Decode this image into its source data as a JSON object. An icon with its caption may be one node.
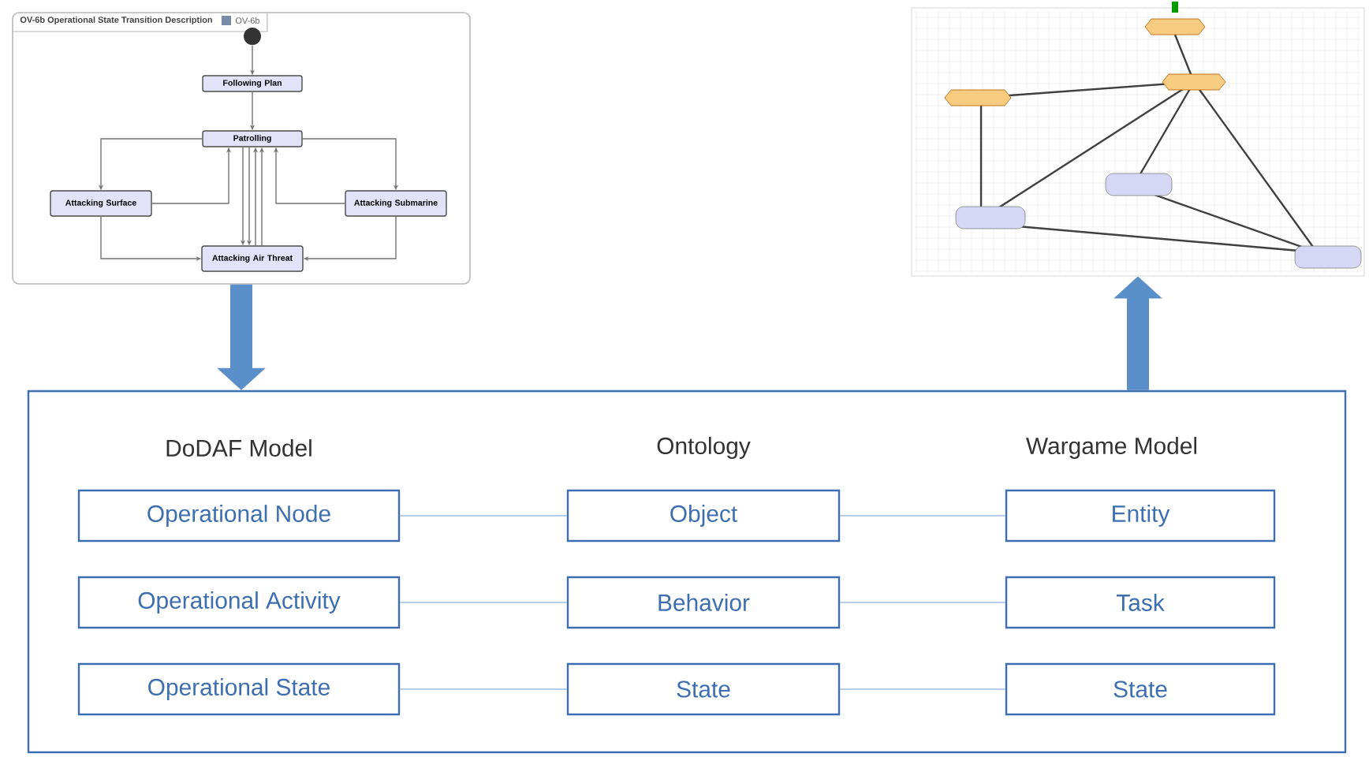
{
  "diagram": {
    "nodes": [
      {
        "text": [
          "OV-6b Operational State Transition Description",
          "OV-6b"
        ]
      },
      {
        "text": [],
        "shape": "circle",
        "in": 0
      },
      {
        "text": [
          "Following Plan"
        ],
        "in": 0
      },
      {
        "text": [
          "Patrolling"
        ],
        "in": 0
      },
      {
        "text": [
          "Attacking Surface"
        ],
        "in": 0
      },
      {
        "text": [
          "Attacking Submarine"
        ],
        "in": 0
      },
      {
        "text": [
          "Attacking Air Threat"
        ],
        "in": 0
      },
      {
        "text": [],
        "shape": "picture"
      },
      {
        "text": [],
        "shape": "box"
      },
      {
        "text": [
          "Operational Node"
        ],
        "in": 8
      },
      {
        "text": [
          "Object"
        ],
        "in": 8
      },
      {
        "text": [
          "Entity"
        ],
        "in": 8
      },
      {
        "text": [
          "Operational Activity"
        ],
        "in": 8
      },
      {
        "text": [
          "Behavior"
        ],
        "in": 8
      },
      {
        "text": [
          "Task"
        ],
        "in": 8
      },
      {
        "text": [
          "Operational State"
        ],
        "in": 8
      },
      {
        "text": [
          "State"
        ],
        "in": 8
      },
      {
        "text": [
          "State"
        ],
        "in": 8
      }
    ],
    "edges": [
      {
        "from": 1,
        "to": 2,
        "arrow": "to"
      },
      {
        "from": 2,
        "to": 3,
        "arrow": "to"
      },
      {
        "from": 3,
        "to": 4,
        "arrow": "to"
      },
      {
        "from": 4,
        "to": 3,
        "arrow": "to"
      },
      {
        "from": 3,
        "to": 5,
        "arrow": "to"
      },
      {
        "from": 5,
        "to": 3,
        "arrow": "to"
      },
      {
        "from": 3,
        "to": 6,
        "arrow": "to"
      },
      {
        "from": 3,
        "to": 6,
        "arrow": "to"
      },
      {
        "from": 6,
        "to": 3,
        "arrow": "to"
      },
      {
        "from": 6,
        "to": 3,
        "arrow": "to"
      },
      {
        "from": 4,
        "to": 6,
        "arrow": "to"
      },
      {
        "from": 5,
        "to": 6,
        "arrow": "to"
      },
      {
        "from": 0,
        "to": 8,
        "arrow": "to",
        "style": "thick",
        "color": "#5b8fc9"
      },
      {
        "from": 8,
        "to": 7,
        "arrow": "to",
        "style": "thick",
        "color": "#5b8fc9"
      },
      {
        "from": 9,
        "to": 10,
        "arrow": "none",
        "color": "#9dbde3"
      },
      {
        "from": 10,
        "to": 11,
        "arrow": "none",
        "color": "#9dbde3"
      },
      {
        "from": 12,
        "to": 13,
        "arrow": "none",
        "color": "#9dbde3"
      },
      {
        "from": 13,
        "to": 14,
        "arrow": "none",
        "color": "#9dbde3"
      },
      {
        "from": 15,
        "to": 16,
        "arrow": "none",
        "color": "#9dbde3"
      },
      {
        "from": 16,
        "to": 17,
        "arrow": "none",
        "color": "#9dbde3"
      }
    ],
    "labels": [
      "DoDAF Model",
      "Ontology",
      "Wargame Model"
    ]
  }
}
